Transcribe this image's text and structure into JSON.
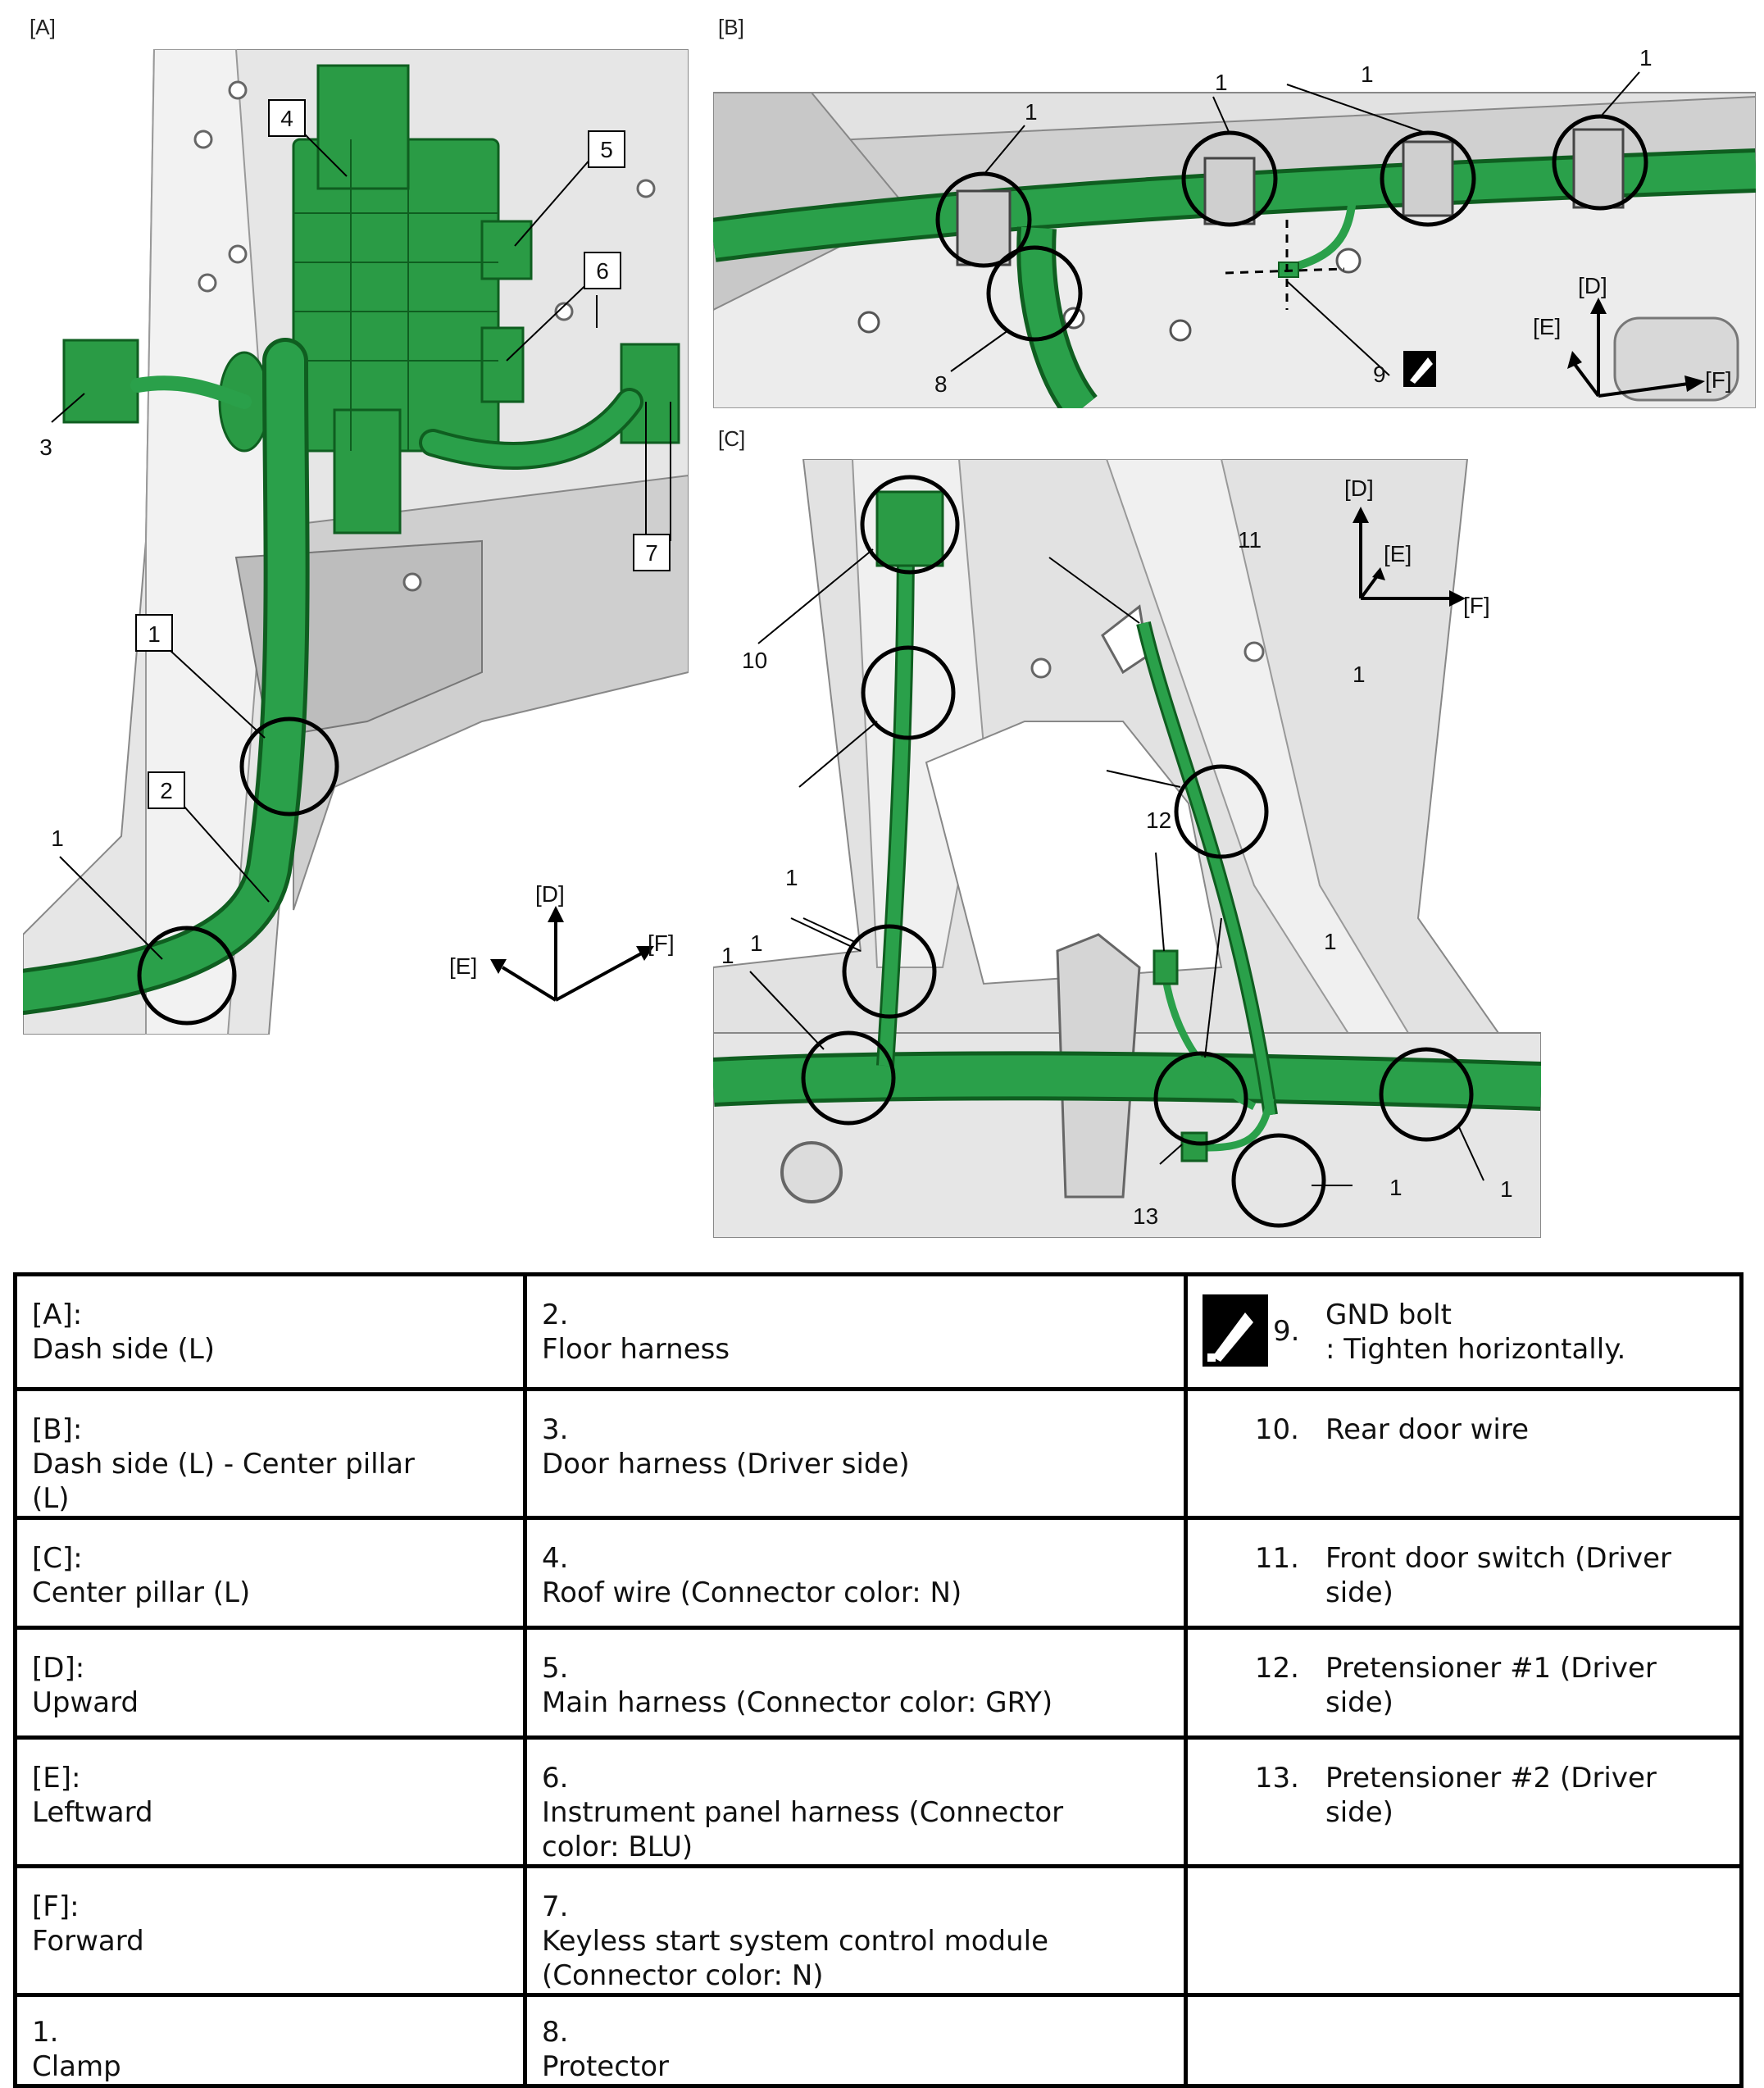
{
  "panels": {
    "A": {
      "label": "[A]",
      "callouts": [
        "1",
        "1",
        "2",
        "3",
        "4",
        "5",
        "6",
        "7"
      ],
      "axes": {
        "up": "[D]",
        "left": "[E]",
        "fwd": "[F]"
      }
    },
    "B": {
      "label": "[B]",
      "callouts": [
        "1",
        "1",
        "1",
        "1",
        "8",
        "9"
      ],
      "axes": {
        "up": "[D]",
        "left": "[E]",
        "fwd": "[F]"
      }
    },
    "C": {
      "label": "[C]",
      "callouts": [
        "1",
        "1",
        "1",
        "1",
        "1",
        "1",
        "1",
        "10",
        "11",
        "12",
        "13"
      ],
      "axes": {
        "up": "[D]",
        "left": "[E]",
        "fwd": "[F]"
      }
    }
  },
  "legend": {
    "rows": [
      [
        {
          "key": "[A]:",
          "value": "Dash side (L)"
        },
        {
          "key": "2.",
          "value": "Floor harness"
        },
        {
          "key": "9.",
          "value": "GND bolt",
          "value2": ": Tighten horizontally.",
          "icon": "gnd-bolt-icon"
        }
      ],
      [
        {
          "key": "[B]:",
          "value": "Dash side (L) - Center pillar (L)"
        },
        {
          "key": "3.",
          "value": "Door harness (Driver side)"
        },
        {
          "key": "10.",
          "value": "Rear door wire"
        }
      ],
      [
        {
          "key": "[C]:",
          "value": "Center pillar (L)"
        },
        {
          "key": "4.",
          "value": "Roof wire (Connector color: N)"
        },
        {
          "key": "11.",
          "value": "Front door switch (Driver side)"
        }
      ],
      [
        {
          "key": "[D]:",
          "value": "Upward"
        },
        {
          "key": "5.",
          "value": "Main harness (Connector color: GRY)"
        },
        {
          "key": "12.",
          "value": "Pretensioner #1 (Driver side)"
        }
      ],
      [
        {
          "key": "[E]:",
          "value": "Leftward"
        },
        {
          "key": "6.",
          "value": "Instrument panel harness (Connector color: BLU)"
        },
        {
          "key": "13.",
          "value": "Pretensioner #2 (Driver side)"
        }
      ],
      [
        {
          "key": "[F]:",
          "value": "Forward"
        },
        {
          "key": "7.",
          "value": "Keyless start system control module (Connector color: N)"
        },
        {
          "key": "",
          "value": ""
        }
      ],
      [
        {
          "key": "1.",
          "value": "Clamp"
        },
        {
          "key": "8.",
          "value": "Protector"
        },
        {
          "key": "",
          "value": ""
        }
      ]
    ]
  },
  "colors": {
    "harness": "#1f9a3c",
    "harness_dark": "#137a2a",
    "body": "#d9d9d9",
    "body_dark": "#9a9a9a"
  }
}
